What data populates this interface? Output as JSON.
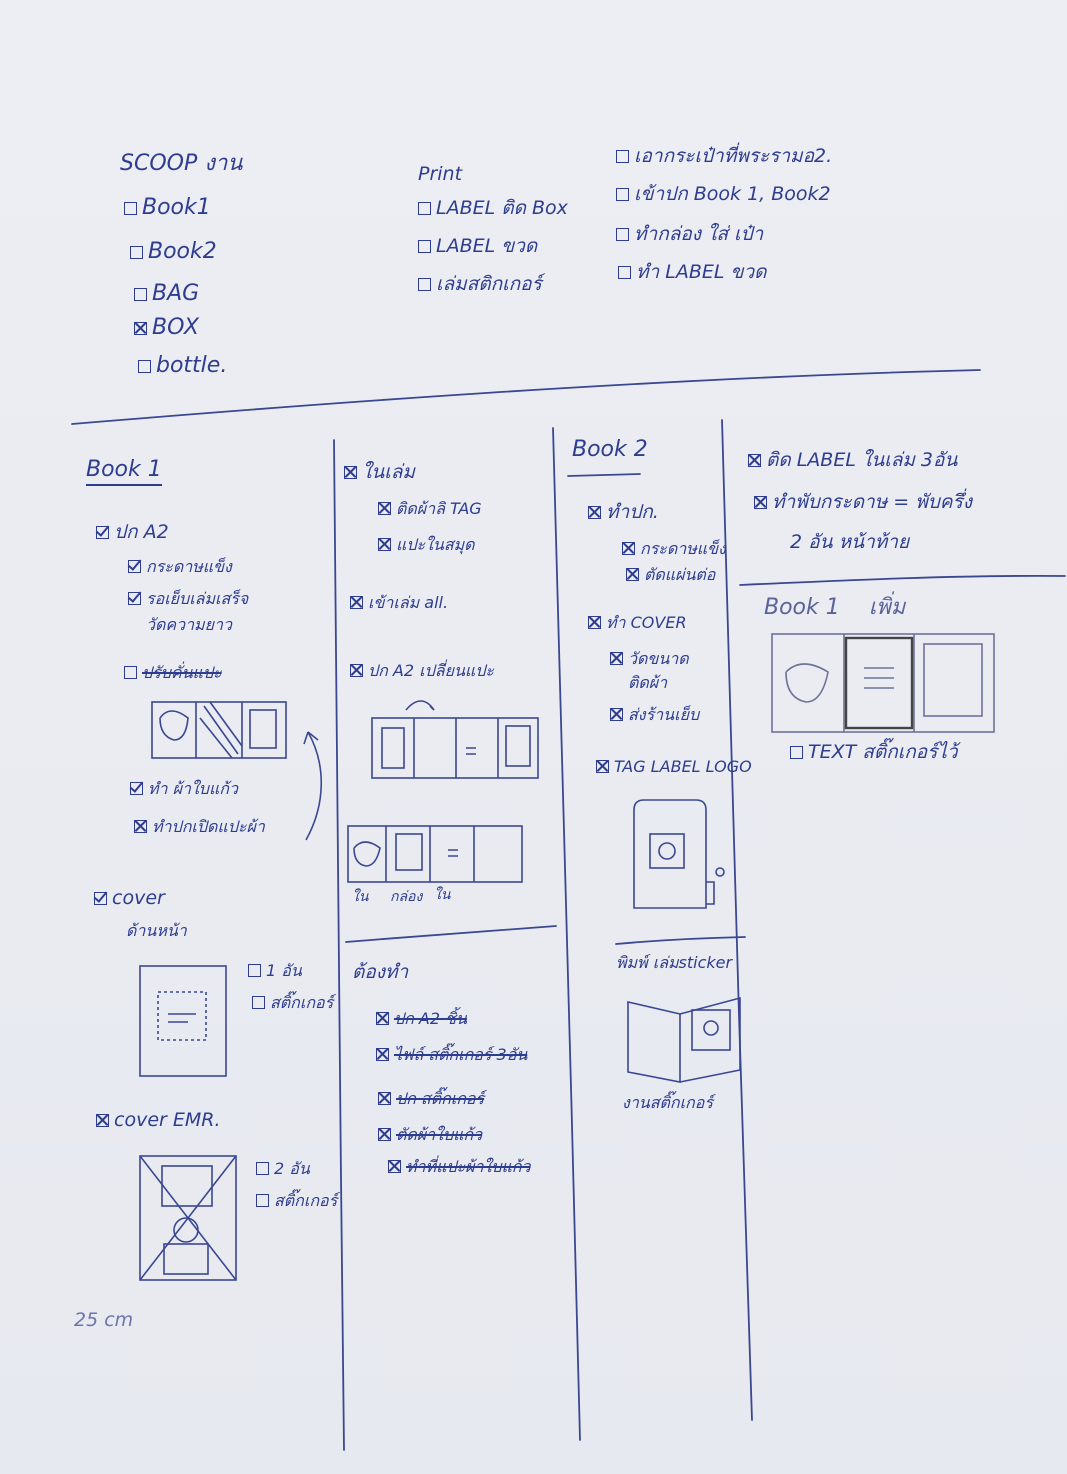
{
  "scope": {
    "title": "SCOOP งาน",
    "items": [
      {
        "label": "Book1",
        "checked": false
      },
      {
        "label": "Book2",
        "checked": false
      },
      {
        "label": "BAG",
        "checked": false
      },
      {
        "label": "BOX",
        "checked": true
      },
      {
        "label": "bottle.",
        "checked": false
      }
    ]
  },
  "print": {
    "title": "Print",
    "items": [
      "LABEL ติด Box",
      "LABEL ขวด",
      "เล่มสติกเกอร์"
    ]
  },
  "tasks": {
    "items": [
      "เอากระเป๋าที่พระรามอ2.",
      "เข้าปก Book 1, Book2",
      "ทำกล่อง ใส่ เป๋า",
      "ทำ LABEL ขวด"
    ]
  },
  "book1": {
    "title": "Book 1",
    "cover_a2": "ปก A2",
    "cover_a2_sub1": "กระดาษแข็ง",
    "cover_a2_sub2": "รอเย็บเล่มเสร็จ",
    "cover_a2_sub2b": "วัดความยาว",
    "struck_item": "ปรับคั่นแปะ",
    "item_glass": "ทำ ผ้าใบแก้ว",
    "item_flap": "ทำปกเปิดแปะผ้า",
    "cover_front": "cover",
    "cover_front_sub": "ด้านหน้า",
    "opt_1": "1 อัน",
    "opt_sticker": "สติ๊กเกอร์",
    "cover_emr": "cover EMR.",
    "opt_2": "2 อัน",
    "opt_sticker2": "สติ๊กเกอร์",
    "size": "25 cm"
  },
  "inner": {
    "title": "ในเล่ม",
    "items": [
      "ติดผ้าลิ TAG",
      "แปะในสมุด",
      "เข้าเล่ม all.",
      "ปก A2 เปลี่ยนแปะ"
    ],
    "labels": [
      "ใน",
      "กล่อง",
      "ใน"
    ],
    "todo_title": "ต้องทำ",
    "todo": [
      "ปก A2 ชิ้น",
      "ไฟล์ สติ๊กเกอร์ 3อัน",
      "ปก สติ๊กเกอร์",
      "ตัดผ้าใบแก้ว",
      "ทำที่แปะผ้าใบแก้ว"
    ]
  },
  "book2": {
    "title": "Book 2",
    "items": [
      "ทำปก.",
      "กระดาษแข็ง",
      "ตัดแผ่นต่อ",
      "ทำ COVER",
      "วัดขนาด",
      "ติดผ้า",
      "ส่งร้านเย็บ",
      "TAG LABEL LOGO"
    ],
    "print_title": "พิมพ์ เล่มsticker",
    "sticker_caption": "งานสติ๊กเกอร์"
  },
  "right": {
    "items": [
      "ติด LABEL ในเล่ม 3อัน",
      "ทำพับกระดาษ = พับครึ่ง",
      "2 อัน หน้าท้าย"
    ],
    "book1_title": "Book 1",
    "book1_sub": "เพิ่ม",
    "text_item": "TEXT สติ๊กเกอร์ไว้"
  }
}
